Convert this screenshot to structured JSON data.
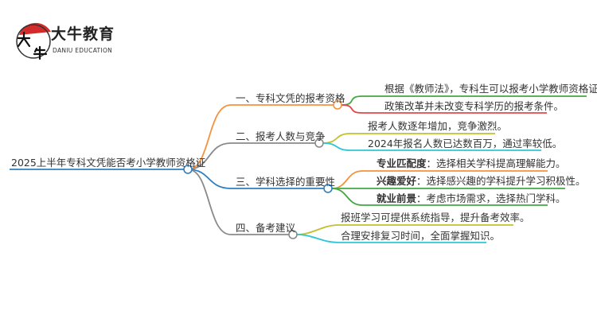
{
  "logo": {
    "name": "大牛教育",
    "subtitle": "DANIU EDUCATION",
    "mark": "大牛"
  },
  "root": {
    "label": "2025上半年专科文凭能否考小学教师资格证",
    "color": "#2f7fc1"
  },
  "branches": [
    {
      "label": "一、专科文凭的报考资格",
      "color": "#f5923e",
      "children": [
        {
          "text": "根据《教师法》，专科生可以报考小学教师资格证。",
          "color": "#43a843"
        },
        {
          "text": "政策改革并未改变专科学历的报考条件。",
          "color": "#e0474c"
        }
      ]
    },
    {
      "label": "二、报考人数与竞争",
      "color": "#8a8a8a",
      "children": [
        {
          "text": "报考人数逐年增加，竞争激烈。",
          "color": "#c3c02a"
        },
        {
          "text": "2024年报名人数已达数百万，通过率较低。",
          "color": "#2ec6d6"
        }
      ]
    },
    {
      "label": "三、学科选择的重要性",
      "color": "#2f7fc1",
      "children": [
        {
          "bold": "专业匹配度",
          "text": "：选择相关学科提高理解能力。",
          "color": "#f5923e"
        },
        {
          "bold": "兴趣爱好",
          "text": "：选择感兴趣的学科提升学习积极性。",
          "color": "#43a843"
        },
        {
          "bold": "就业前景",
          "text": "：考虑市场需求，选择热门学科。",
          "color": "#43a843"
        }
      ]
    },
    {
      "label": "四、备考建议",
      "color": "#8a8a8a",
      "children": [
        {
          "text": "报班学习可提供系统指导，提升备考效率。",
          "color": "#c3c02a"
        },
        {
          "text": "合理安排复习时间，全面掌握知识。",
          "color": "#2ec6d6"
        }
      ]
    }
  ]
}
